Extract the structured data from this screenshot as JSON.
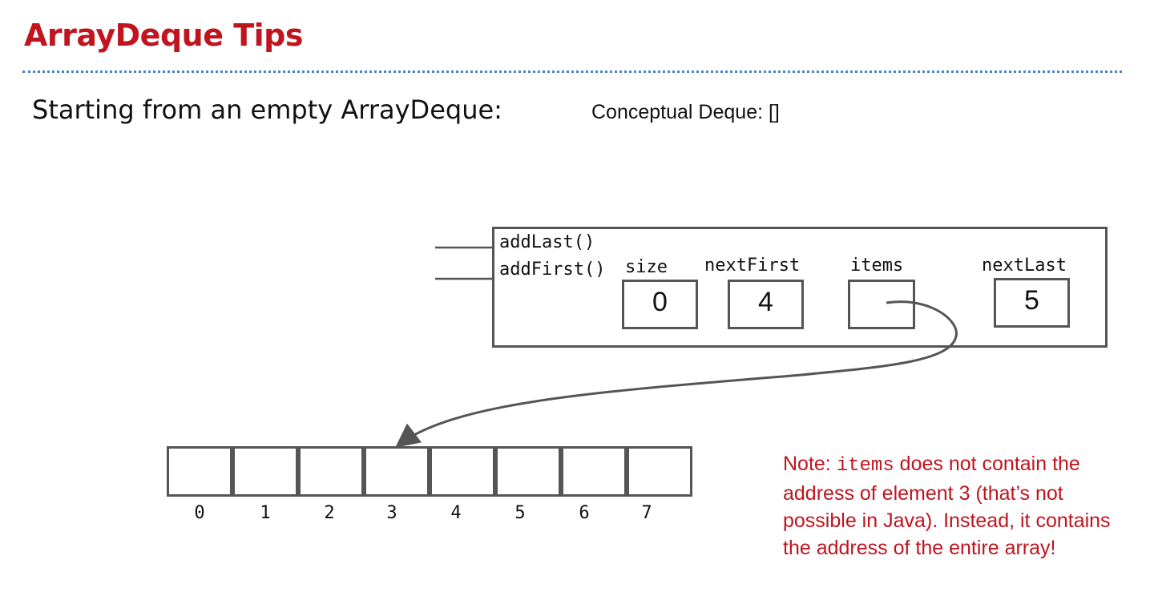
{
  "slide": {
    "title": "ArrayDeque Tips",
    "subtitle": "Starting from an empty ArrayDeque:",
    "conceptual_deque": "Conceptual Deque: []"
  },
  "object": {
    "methods": [
      "addLast()",
      "addFirst()"
    ],
    "fields": {
      "size": {
        "label": "size",
        "value": "0"
      },
      "nextFirst": {
        "label": "nextFirst",
        "value": "4"
      },
      "items": {
        "label": "items"
      },
      "nextLast": {
        "label": "nextLast",
        "value": "5"
      }
    }
  },
  "array": {
    "indices": [
      "0",
      "1",
      "2",
      "3",
      "4",
      "5",
      "6",
      "7"
    ]
  },
  "note": {
    "prefix": "Note: ",
    "code": "items",
    "rest": " does not contain the address of element 3 (that’s not possible in Java). Instead, it contains the address of the entire array!"
  },
  "colors": {
    "title": "#c0141e",
    "note": "#c0141e",
    "rule": "#4a86c5",
    "border": "#555555"
  }
}
